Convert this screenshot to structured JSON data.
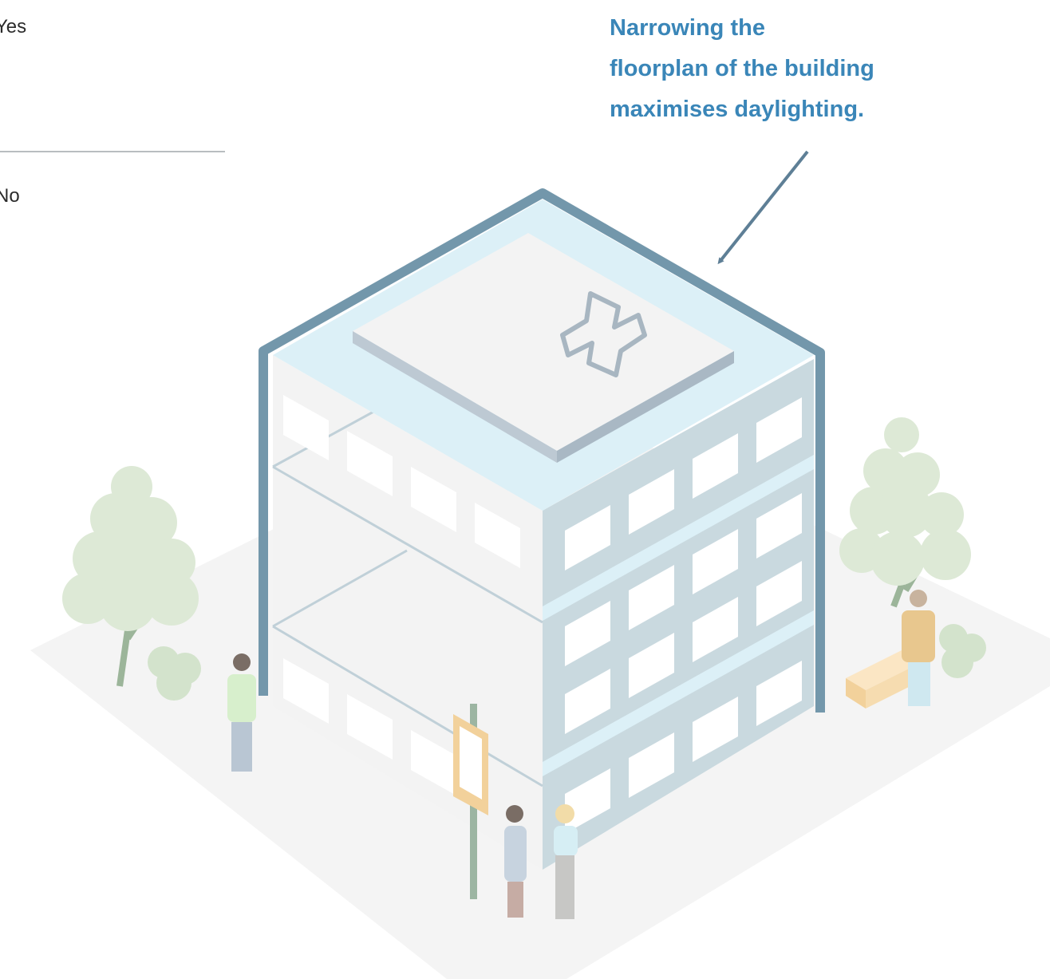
{
  "options": {
    "yes_label": "Yes",
    "no_label": "No"
  },
  "annotation": {
    "lines": [
      "Narrowing the",
      "floorplan of the building",
      "maximises daylighting."
    ]
  },
  "icons": {
    "roof_symbol": "medical-cross-icon"
  },
  "colors": {
    "annotation_text": "#3a86b8",
    "arrow": "#5e7f96",
    "frame": "#7397ab",
    "roof_glass": "#dcf0f7",
    "building_side": "#c9d9df",
    "ground": "#f4f4f4",
    "tree": "#dde9d6"
  }
}
